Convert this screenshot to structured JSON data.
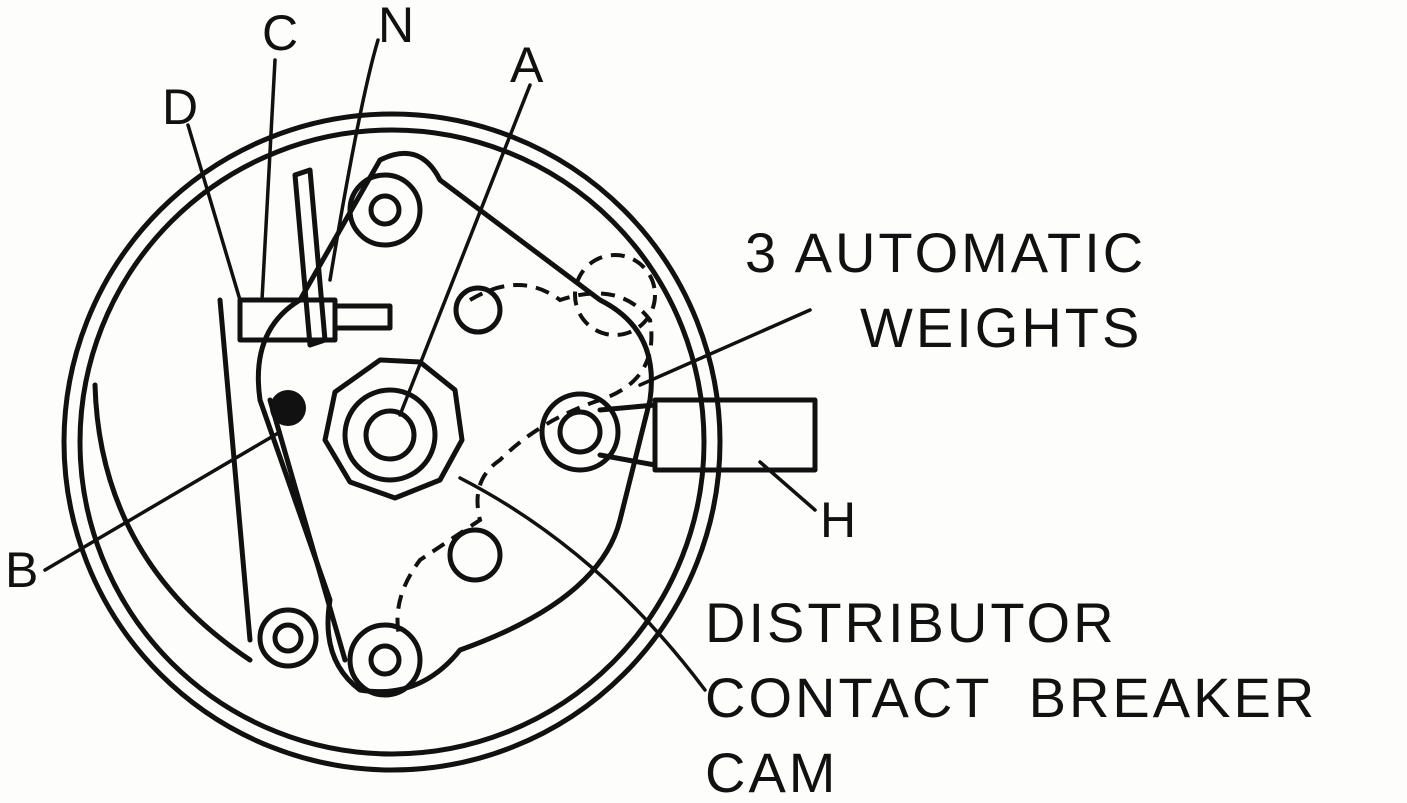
{
  "labels": {
    "c": "C",
    "n": "N",
    "a": "A",
    "d": "D",
    "weights_line1": "3 AUTOMATIC",
    "weights_line2": "WEIGHTS",
    "b": "B",
    "h": "H",
    "cam_line1": "DISTRIBUTOR",
    "cam_line2": "CONTACT  BREAKER",
    "cam_line3": "CAM"
  }
}
